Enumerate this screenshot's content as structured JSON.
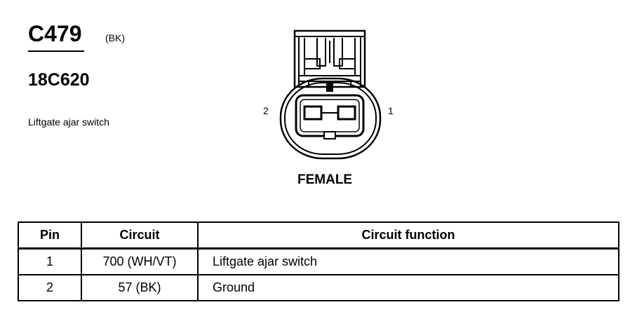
{
  "connector": {
    "id": "C479",
    "color": "(BK)",
    "part_number": "18C620",
    "description": "Liftgate ajar switch",
    "gender": "FEMALE",
    "pin_labels": {
      "left": "2",
      "right": "1"
    }
  },
  "table": {
    "headers": {
      "pin": "Pin",
      "circuit": "Circuit",
      "function": "Circuit function"
    },
    "rows": [
      {
        "pin": "1",
        "circuit": "700 (WH/VT)",
        "function": "Liftgate ajar switch"
      },
      {
        "pin": "2",
        "circuit": "57 (BK)",
        "function": "Ground"
      }
    ]
  }
}
